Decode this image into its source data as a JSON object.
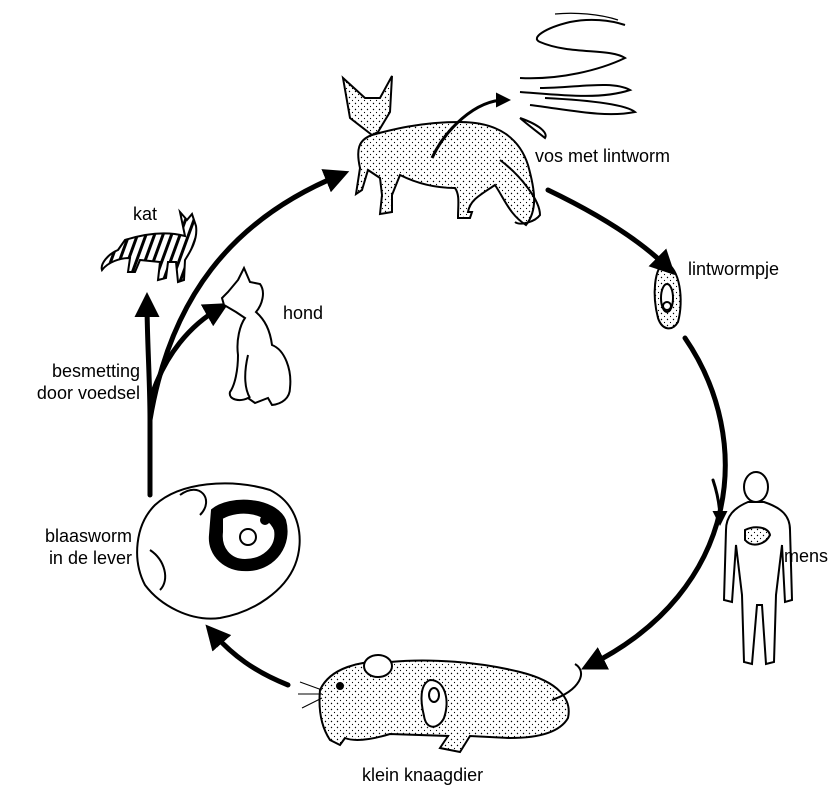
{
  "labels": {
    "fox": "vos met lintworm",
    "egg": "lintwormpje",
    "human": "mens",
    "rodent": "klein knaagdier",
    "cyst_line1": "blaasworm",
    "cyst_line2": "in de lever",
    "food_line1": "besmetting",
    "food_line2": "door voedsel",
    "dog": "hond",
    "cat": "kat"
  },
  "colors": {
    "ink": "#000000",
    "paper": "#ffffff"
  }
}
